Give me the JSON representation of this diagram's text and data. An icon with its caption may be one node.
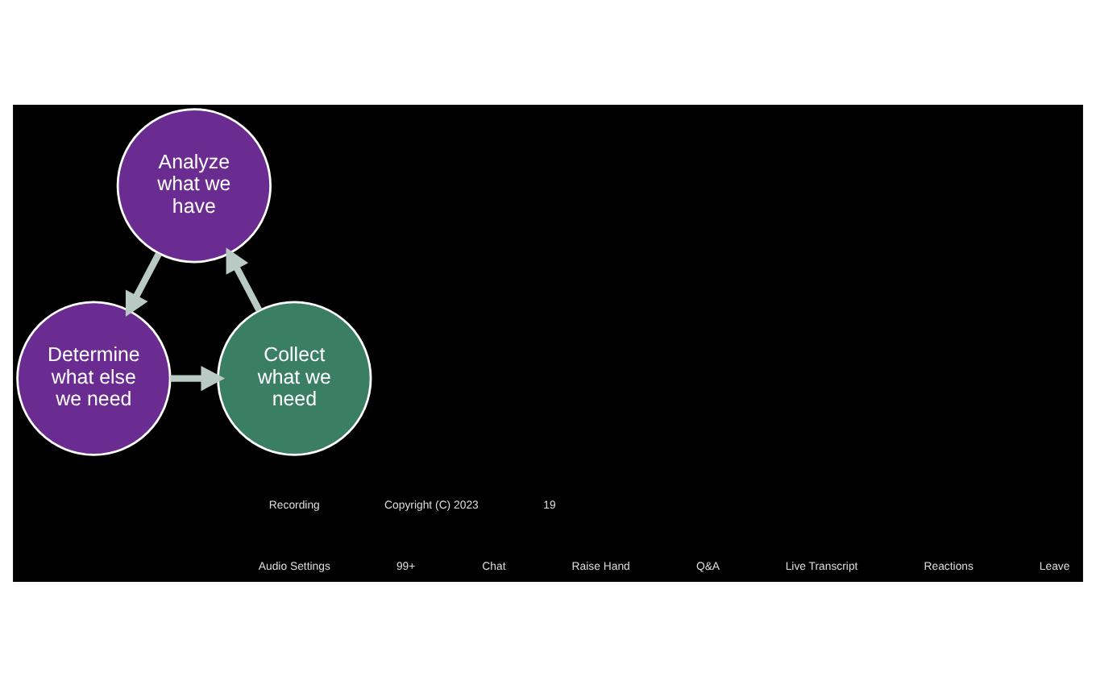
{
  "diagram": {
    "nodes": [
      {
        "text": [
          "Analyze what we have"
        ]
      },
      {
        "text": [
          "Determine what else we need"
        ]
      },
      {
        "text": [
          "Collect what we need"
        ]
      }
    ],
    "edges": [
      {
        "from": 0,
        "to": 1,
        "arrow": "to"
      },
      {
        "from": 1,
        "to": 2,
        "arrow": "to"
      },
      {
        "from": 2,
        "to": 0,
        "arrow": "to"
      }
    ],
    "labels": [
      "Recording",
      "Copyright (C) 2023",
      "19",
      "Audio Settings",
      "99+",
      "Chat",
      "Raise Hand",
      "Q&A",
      "Live Transcript",
      "Reactions",
      "Leave"
    ]
  }
}
